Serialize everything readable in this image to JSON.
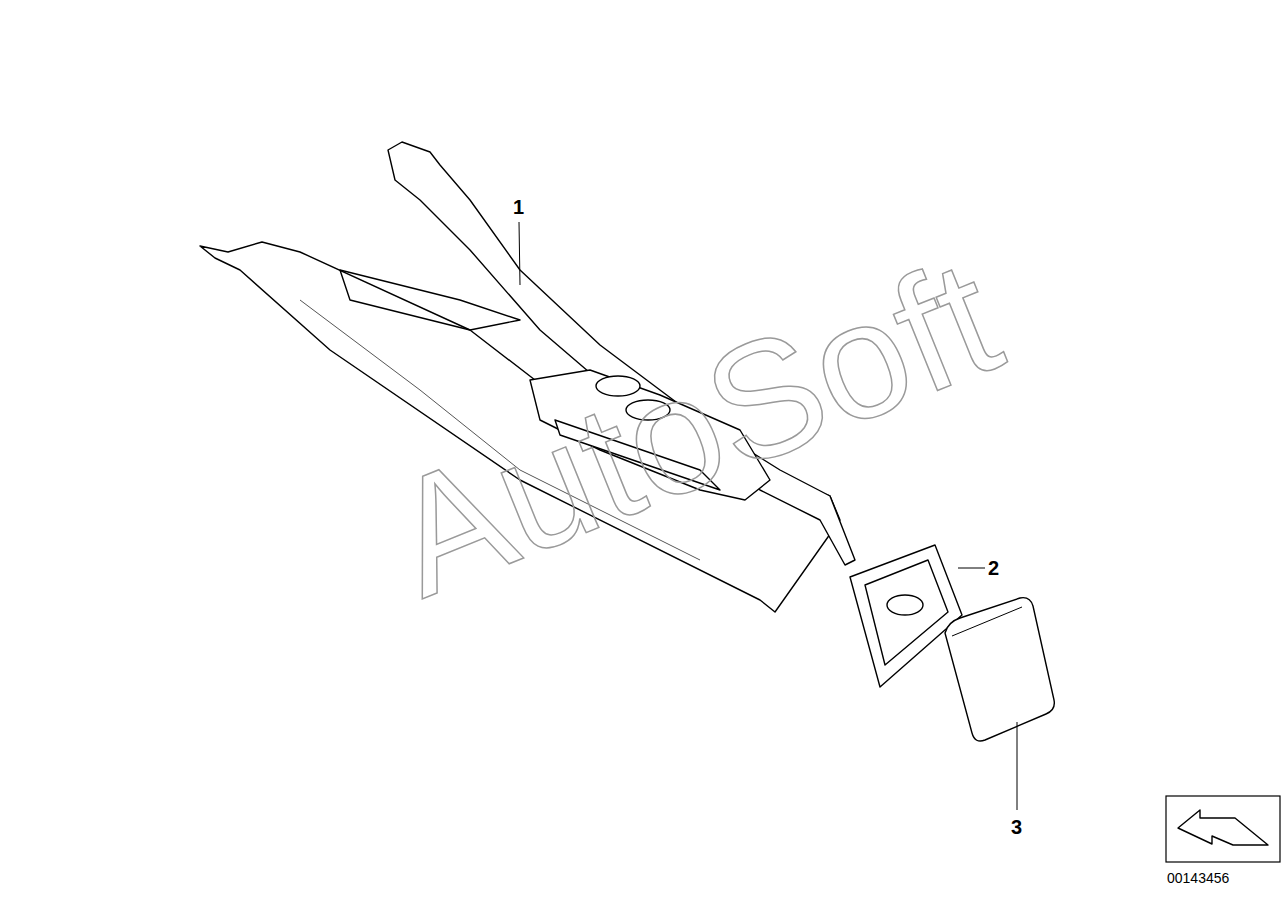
{
  "diagram": {
    "labels": [
      "1",
      "2",
      "3",
      "AutoSoft",
      "00143456"
    ]
  }
}
